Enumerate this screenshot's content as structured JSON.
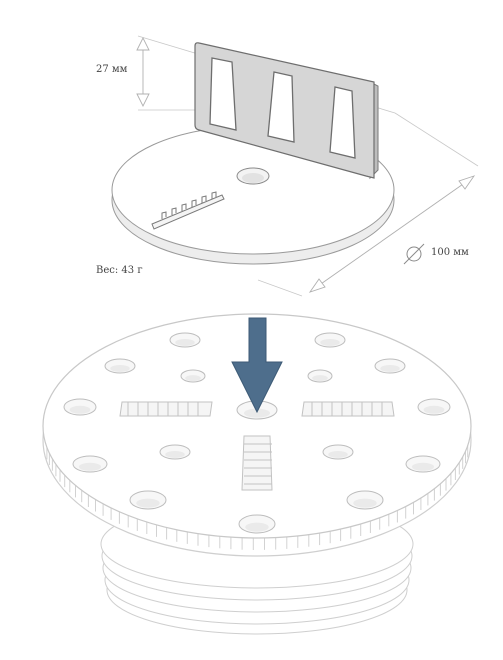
{
  "annotations": {
    "fin_height": "27 мм",
    "diameter": "100 мм",
    "weight": "Вес: 43 г"
  },
  "icons": {
    "diameter": "diameter-symbol-icon",
    "arrow": "down-arrow-icon"
  },
  "colors": {
    "line": "#b8b8b8",
    "fin": "#d9d9d9",
    "disc": "#ffffff",
    "arrow": "#4e6e8c"
  }
}
